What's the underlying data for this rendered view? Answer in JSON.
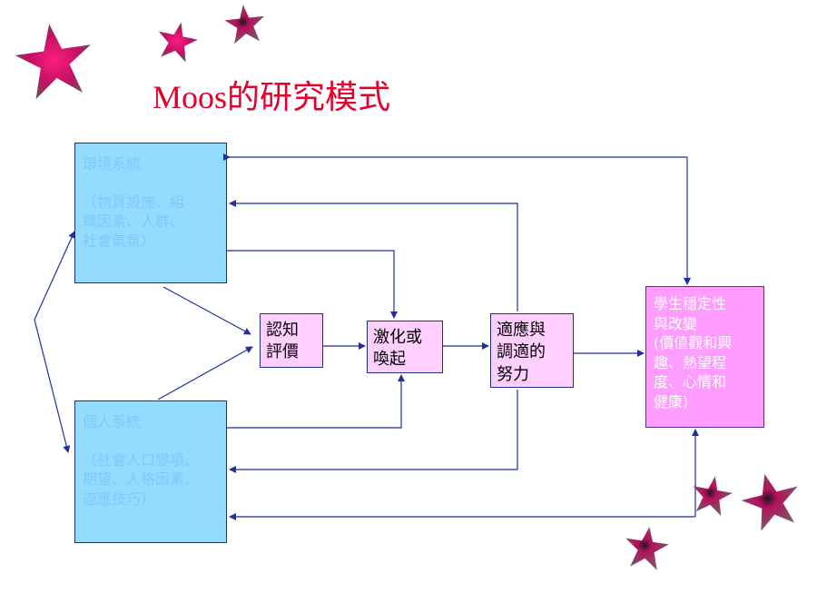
{
  "title": "Moos的研究模式",
  "boxes": {
    "environment": {
      "lines": [
        "環境系統",
        "",
        "（物質設施、組",
        "織因素、人群、",
        "社會氣氛）"
      ]
    },
    "personal": {
      "lines": [
        "個人系統",
        "",
        "（社會人口變項、",
        "期望、人格因素、",
        "適應技巧）"
      ]
    },
    "cognitive": {
      "lines": [
        "認知",
        "評價"
      ]
    },
    "arousal": {
      "lines": [
        "激化或",
        "喚起"
      ]
    },
    "coping": {
      "lines": [
        "適應與",
        "調適的",
        "努力"
      ]
    },
    "outcome": {
      "lines": [
        "學生穩定性",
        "與改變",
        "(價值觀和興",
        "趣、熱望程",
        "度、心情和",
        "健康)"
      ]
    },
    "personal_paren_text": ")"
  },
  "colors": {
    "title": "#e4002b",
    "system_box": "#93dcff",
    "process_box": "#ffcfff",
    "outcome_box": "#ff9cff",
    "arrow": "#1f2fa0",
    "star": "#d6176b"
  },
  "decorations": {
    "stars": [
      "star-icon",
      "star-icon",
      "star-icon",
      "star-icon",
      "star-icon",
      "star-icon"
    ]
  }
}
